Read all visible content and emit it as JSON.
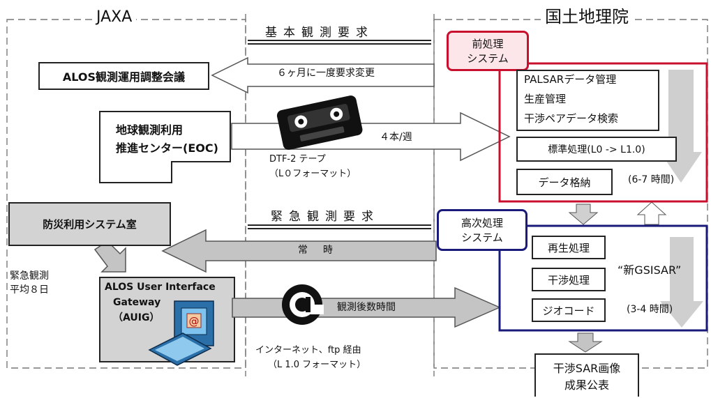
{
  "orgs": {
    "jaxa": "JAXA",
    "gsi": "国土地理院"
  },
  "basic_request": "基本観測要求",
  "emergency_request": "緊急観測要求",
  "alos_meeting": "ALOS観測運用調整会議",
  "change_request_label": "６ヶ月に一度要求変更",
  "eoc_line1": "地球観測利用",
  "eoc_line2": "推進センター(EOC)",
  "tape_rate": "４本/週",
  "tape_label_line1": "DTF-2 テープ",
  "tape_label_line2": "（L０フォーマット）",
  "disaster_room": "防災利用システム室",
  "always_label": "常　時",
  "emergency_note_line1": "緊急観測",
  "emergency_note_line2": "平均８日",
  "auig_line1": "ALOS User Interface",
  "auig_line2": "Gateway",
  "auig_line3": "（AUIG）",
  "net_rate": "観測後数時間",
  "net_label_line1": "インターネット、ftp 経由",
  "net_label_line2": "（L 1.0 フォーマット）",
  "preprocess": {
    "title_line1": "前処理",
    "title_line2": "システム",
    "tasks": [
      "PALSARデータ管理",
      "生産管理",
      "干渉ペアデータ検索"
    ],
    "standard": "標準処理(L0 -> L1.0)",
    "storage": "データ格納",
    "time": "(6-7 時間)"
  },
  "highproc": {
    "title_line1": "高次処理",
    "title_line2": "システム",
    "steps": [
      "再生処理",
      "干渉処理",
      "ジオコード"
    ],
    "name": "“新GSISAR”",
    "time": "(3-4 時間)"
  },
  "result_line1": "干渉SAR画像",
  "result_line2": "成果公表",
  "colors": {
    "red": "#c8102e",
    "navy": "#1a1a7a",
    "pink_fill": "#fde6ea",
    "gray_fill": "#d3d3d3",
    "arrow_gray": "#c4c4c4"
  },
  "icons": [
    "tape-cassette-icon",
    "at-sign-icon",
    "computer-terminal-icon"
  ]
}
